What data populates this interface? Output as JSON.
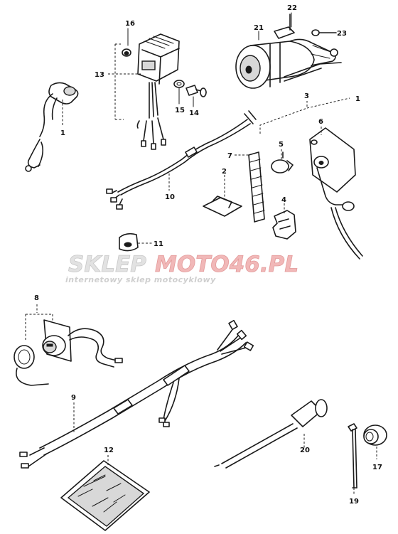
{
  "watermark": {
    "brand_left": "SKLEP",
    "brand_right": "MOTO46.PL",
    "tagline": "internetowy sklep motocyklowy",
    "color_left": "#d6d6d6",
    "color_right": "#e79a9a"
  },
  "callouts": {
    "p1a": "1",
    "p1b": "1",
    "p2": "2",
    "p3": "3",
    "p4": "4",
    "p5": "5",
    "p6": "6",
    "p7": "7",
    "p8": "8",
    "p9": "9",
    "p10": "10",
    "p11": "11",
    "p12": "12",
    "p13": "13",
    "p14": "14",
    "p15": "15",
    "p16": "16",
    "p17": "17",
    "p19": "19",
    "p20": "20",
    "p21": "21",
    "p22": "22",
    "p23": "23"
  }
}
